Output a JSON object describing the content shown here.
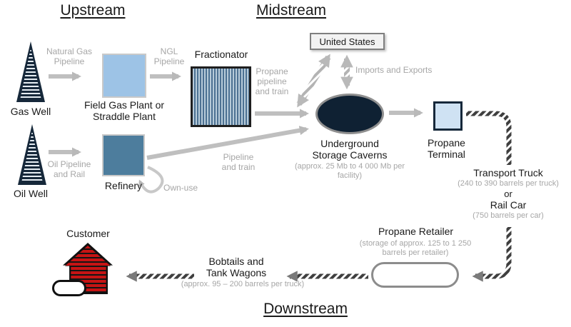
{
  "headings": {
    "upstream": "Upstream",
    "midstream": "Midstream",
    "downstream": "Downstream"
  },
  "upstream": {
    "gas_well": "Gas Well",
    "natural_gas_pipeline": "Natural Gas Pipeline",
    "field_gas_plant": "Field Gas Plant or Straddle Plant",
    "ngl_pipeline": "NGL Pipeline",
    "oil_well": "Oil Well",
    "oil_pipeline": "Oil Pipeline and Rail",
    "refinery": "Refinery",
    "own_use": "Own-use"
  },
  "midstream": {
    "fractionator": "Fractionator",
    "propane_pipeline": "Propane pipeline and train",
    "pipeline_train": "Pipeline and train",
    "united_states": "United States",
    "imports_exports": "Imports and Exports",
    "storage": "Underground Storage Caverns",
    "storage_note": "(approx. 25 Mb to 4 000 Mb per facility)",
    "terminal": "Propane Terminal"
  },
  "transport": {
    "truck": "Transport Truck",
    "truck_note": "(240 to 390 barrels per truck)",
    "or": "or",
    "rail": "Rail Car",
    "rail_note": "(750 barrels per car)"
  },
  "downstream": {
    "retailer": "Propane Retailer",
    "retailer_note": "(storage of approx. 125 to 1 250 barrels per retailer)",
    "bobtails": "Bobtails and Tank Wagons",
    "bobtails_note": "(approx. 95 – 200 barrels per truck)",
    "customer": "Customer"
  },
  "colors": {
    "field_gas_plant_blue": "#9dc3e6",
    "refinery_blue": "#4d7d9d",
    "terminal_blue": "#cfe2f3",
    "storage_navy": "#0f2133",
    "customer_red": "#c61414",
    "arrow_grey": "#bfbfbf",
    "text_grey": "#a6a6a6",
    "text_black": "#1a1a1a"
  }
}
